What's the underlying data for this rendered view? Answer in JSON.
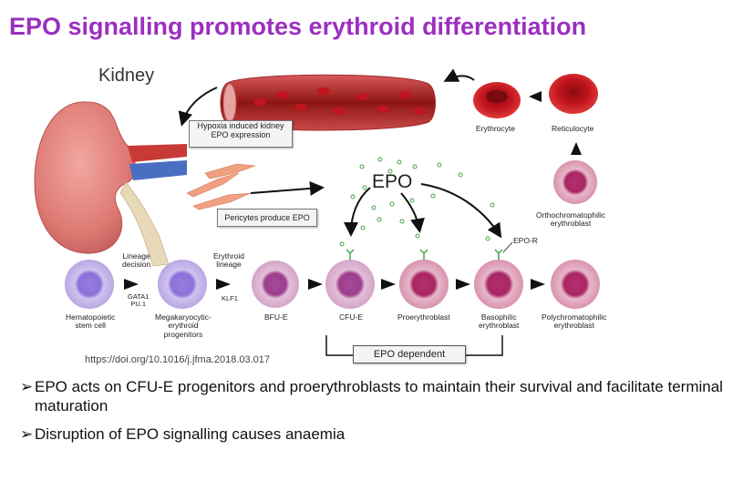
{
  "title": "EPO signalling promotes erythroid differentiation",
  "diagram": {
    "kidney_label": "Kidney",
    "hypoxia_box": [
      "Hypoxia induced kidney",
      "EPO expression"
    ],
    "pericytes_box": "Pericytes produce EPO",
    "epo_label": "EPO",
    "epo_receptor_label": "EPO-R",
    "cells": {
      "erythrocyte": "Erythrocyte",
      "reticulocyte": "Reticulocyte",
      "orthochromatophilic": [
        "Orthochromatophilic",
        "erythroblast"
      ],
      "hematopoietic": [
        "Hematopoietic",
        "stem cell"
      ],
      "megakaryocytic": [
        "Megakaryocytic-",
        "erythroid",
        "progenitors"
      ],
      "bfu_e": "BFU-E",
      "cfu_e": "CFU-E",
      "proerythroblast": "Proerythroblast",
      "basophilic": [
        "Basophilic",
        "erythroblast"
      ],
      "polychromatophilic": [
        "Polychromatophilic",
        "erythroblast"
      ]
    },
    "lineage_decision": [
      "Lineage",
      "decision"
    ],
    "lineage_factors": [
      "GATA1",
      "PU.1"
    ],
    "erythroid_lineage": [
      "Erythroid",
      "lineage"
    ],
    "klf1": "KLF1",
    "epo_dependent": "EPO dependent",
    "doi": "https://doi.org/10.1016/j.jfma.2018.03.017"
  },
  "bullets": {
    "marker": "➢",
    "items": [
      "EPO acts on CFU-E progenitors and proerythroblasts to maintain their survival and facilitate terminal maturation",
      "Disruption of EPO signalling causes anaemia"
    ]
  },
  "colors": {
    "title": "#9b2fc0",
    "stem_cell": "#b9a6e8",
    "erythroid_cell": "#c0336e",
    "red_cell": "#c0141e"
  }
}
